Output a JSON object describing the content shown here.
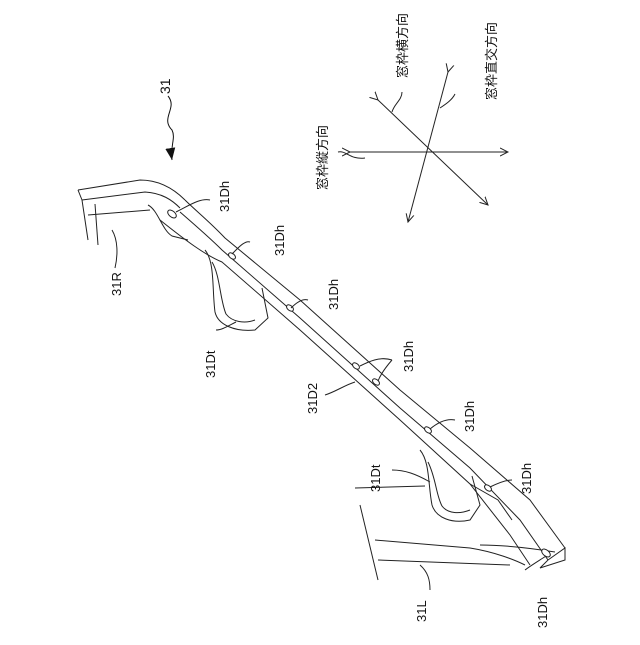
{
  "figure": {
    "assembly_number": "31",
    "directions": {
      "vertical": "窓枠縦方向",
      "horizontal": "窓枠横方向",
      "orthogonal": "窓枠直交方向"
    },
    "part_labels": {
      "right_frame": "31R",
      "left_frame": "31L",
      "rail": "31D2",
      "tab_upper": "31Dt",
      "tab_lower": "31Dt",
      "hole_1": "31Dh",
      "hole_2": "31Dh",
      "hole_3": "31Dh",
      "hole_4": "31Dh",
      "hole_5": "31Dh",
      "hole_6": "31Dh",
      "hole_7": "31Dh"
    }
  }
}
